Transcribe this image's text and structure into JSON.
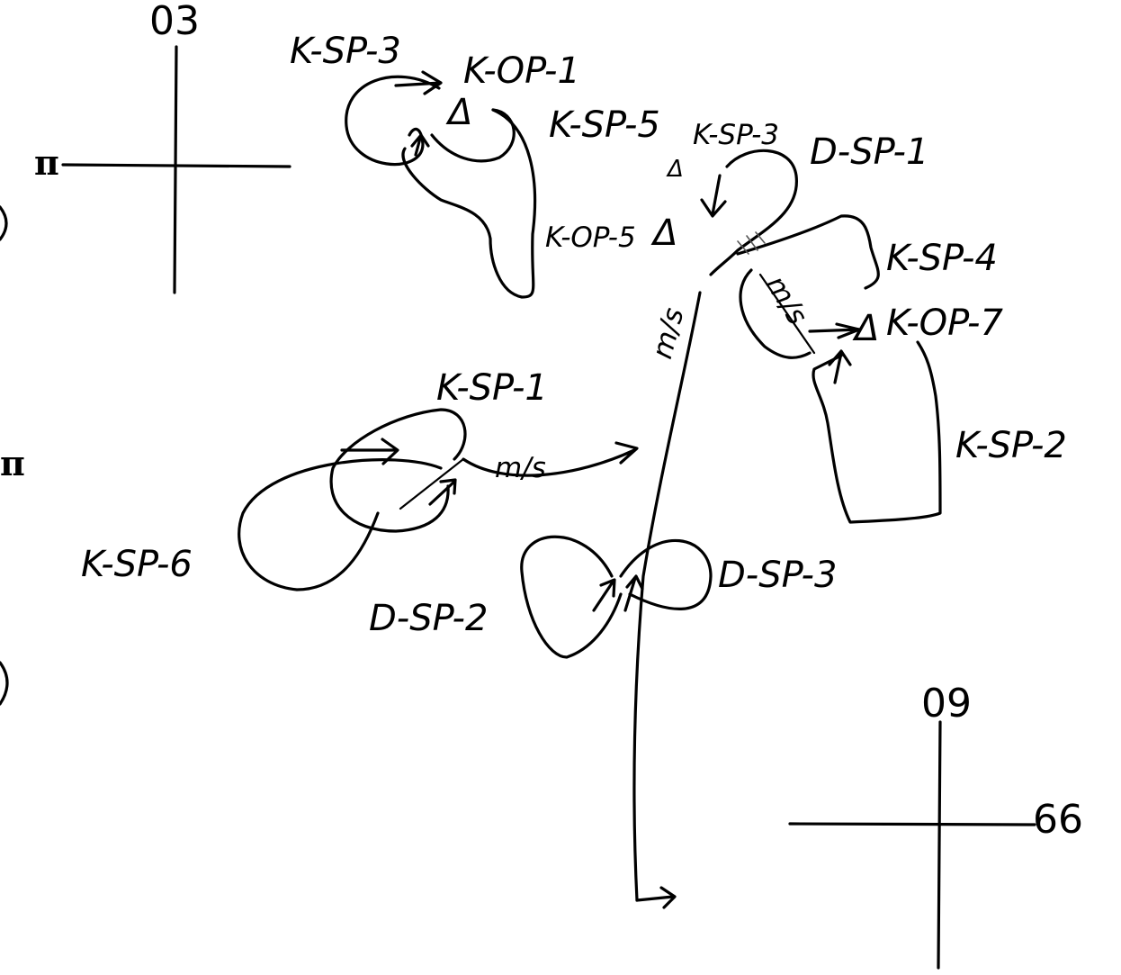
{
  "grid_marks": {
    "top_left": "03",
    "bottom_right_vertical": "09",
    "bottom_right_horizontal": "66"
  },
  "edge_fragments": {
    "left_top": "π",
    "left_middle": "π"
  },
  "triangle_symbol": "Δ",
  "labels": {
    "k_sp_3_top": "K-SP-3",
    "k_op_1": "K-OP-1",
    "k_sp_5": "K-SP-5",
    "k_sp_3_small": "K-SP-3",
    "d_sp_1": "D-SP-1",
    "k_op_5": "K-OP-5",
    "k_sp_4": "K-SP-4",
    "k_op_7": "K-OP-7",
    "k_sp_1": "K-SP-1",
    "k_sp_2": "K-SP-2",
    "k_sp_6": "K-SP-6",
    "d_sp_2": "D-SP-2",
    "d_sp_3": "D-SP-3",
    "m_s_upper": "m/s",
    "m_s_vertical": "m/s",
    "m_s_left": "m/s"
  }
}
